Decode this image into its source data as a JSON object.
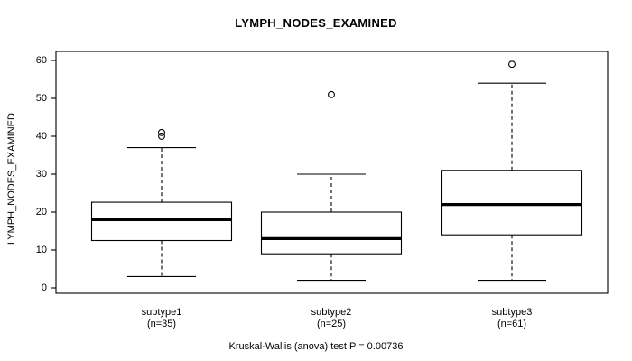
{
  "chart_data": {
    "type": "box",
    "title": "LYMPH_NODES_EXAMINED",
    "xlabel": "",
    "ylabel": "LYMPH_NODES_EXAMINED",
    "ylim": [
      0,
      62
    ],
    "yticks": [
      0,
      10,
      20,
      30,
      40,
      50,
      60
    ],
    "ytick_labels": [
      "0",
      "10",
      "20",
      "30",
      "40",
      "50",
      "60"
    ],
    "grid": false,
    "legend": false,
    "annotation": "Kruskal-Wallis (anova) test P = 0.00736",
    "categories": [
      "subtype1",
      "subtype2",
      "subtype3"
    ],
    "category_counts": [
      "(n=35)",
      "(n=25)",
      "(n=61)"
    ],
    "boxes": [
      {
        "name": "subtype1",
        "n": 35,
        "whisker_low": 3,
        "q1": 12.5,
        "median": 18,
        "q3": 22.6,
        "whisker_high": 37,
        "outliers": [
          40,
          41
        ]
      },
      {
        "name": "subtype2",
        "n": 25,
        "whisker_low": 2,
        "q1": 9,
        "median": 13,
        "q3": 20,
        "whisker_high": 30,
        "outliers": [
          51
        ]
      },
      {
        "name": "subtype3",
        "n": 61,
        "whisker_low": 2,
        "q1": 14,
        "median": 22,
        "q3": 31,
        "whisker_high": 54,
        "outliers": [
          59
        ]
      }
    ],
    "colors": {
      "axis": "#000000",
      "box_outline": "#000000",
      "median": "#000000",
      "whisker": "#000000",
      "background": "#ffffff"
    }
  },
  "title": "LYMPH_NODES_EXAMINED",
  "y_axis_title": "LYMPH_NODES_EXAMINED",
  "footer": "Kruskal-Wallis (anova) test P = 0.00736",
  "yticks": [
    "0",
    "10",
    "20",
    "30",
    "40",
    "50",
    "60"
  ],
  "xcats": [
    {
      "label": "subtype1",
      "count": "(n=35)"
    },
    {
      "label": "subtype2",
      "count": "(n=25)"
    },
    {
      "label": "subtype3",
      "count": "(n=61)"
    }
  ]
}
